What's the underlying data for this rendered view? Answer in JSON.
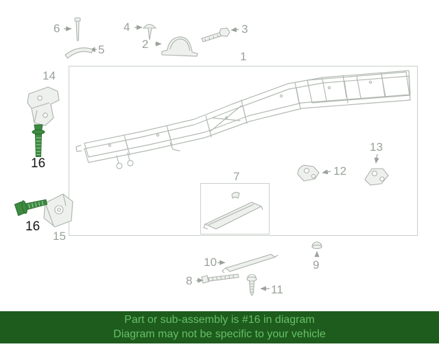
{
  "diagram": {
    "callouts": {
      "c1": "1",
      "c2": "2",
      "c3": "3",
      "c4": "4",
      "c5": "5",
      "c6": "6",
      "c7": "7",
      "c8": "8",
      "c9": "9",
      "c10": "10",
      "c11": "11",
      "c12": "12",
      "c13": "13",
      "c14": "14",
      "c15": "15",
      "c16_upper": "16",
      "c16_lower": "16"
    },
    "highlighted_part_number": "16",
    "colors": {
      "artwork_line": "#aeb5ae",
      "callout_text": "#99a199",
      "highlight_text": "#161616",
      "highlight_part_fill": "#3d8a41",
      "highlight_part_stroke": "#2a6b2e",
      "box_border": "#c9cfc9"
    },
    "icons": {
      "frame": "truck-frame-assembly",
      "part2": "saddle-bracket",
      "part3": "bolt",
      "part4": "push-screw",
      "part5": "curved-bracket",
      "part6": "pin",
      "part7": "crossmember-support",
      "part8": "long-hex-bolt",
      "part9": "cap-nut",
      "part10": "support-rod",
      "part11": "tapping-screw",
      "part12": "small-bracket",
      "part13": "bracket-two-holes",
      "part14": "frame-bracket",
      "part15": "body-mount-bracket",
      "part16": "green-flanged-bolt"
    }
  },
  "banner": {
    "line1": "Part or sub-assembly is #16 in diagram",
    "line2": "Diagram may not be specific to your vehicle",
    "background": "#1d5c1d",
    "text_color": "#68bf68"
  }
}
